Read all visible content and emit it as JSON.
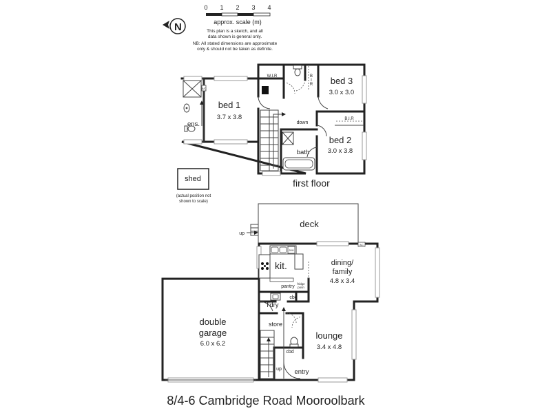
{
  "scale": {
    "ticks": [
      "0",
      "1",
      "2",
      "3",
      "4"
    ],
    "label": "approx. scale (m)",
    "note_lines": [
      "This plan is a sketch, and all",
      "data shown is general only."
    ],
    "nb_lines": [
      "NB: All stated dimensions are approximate",
      "only & should not be taken as definite."
    ]
  },
  "compass": {
    "letter": "N"
  },
  "first_floor": {
    "title": "first floor",
    "bed1": {
      "name": "bed 1",
      "dims": "3.7 x 3.8"
    },
    "bed2": {
      "name": "bed 2",
      "dims": "3.0 x 3.8"
    },
    "bed3": {
      "name": "bed 3",
      "dims": "3.0 x 3.0"
    },
    "ens": "ens.",
    "bath": "bath",
    "wir": "W.I.R",
    "bir_top": [
      "B",
      "I",
      "R"
    ],
    "bir_side": "B.I.R",
    "down": "down",
    "ac": "A/C"
  },
  "shed": {
    "name": "shed",
    "note_lines": [
      "(actual position not",
      "shown to scale)"
    ]
  },
  "ground_floor": {
    "deck": "deck",
    "up_deck": "up",
    "kitchen": "kit.",
    "dining": {
      "name_lines": [
        "dining/",
        "family"
      ],
      "dims": "4.8 x 3.4"
    },
    "pantry": "pantry",
    "fridge": [
      "fridge",
      "posn"
    ],
    "ldry": "l'dry",
    "cbd_top": "cbd",
    "cbd_bottom": "cbd",
    "store": "store",
    "lounge": {
      "name": "lounge",
      "dims": "3.4 x 4.8"
    },
    "garage": {
      "name_lines": [
        "double",
        "garage"
      ],
      "dims": "6.0 x 6.2"
    },
    "up_stairs": "up",
    "entry": "entry",
    "dw": "D/W",
    "ac": "A/C"
  },
  "address": "8/4-6 Cambridge Road Mooroolbark"
}
